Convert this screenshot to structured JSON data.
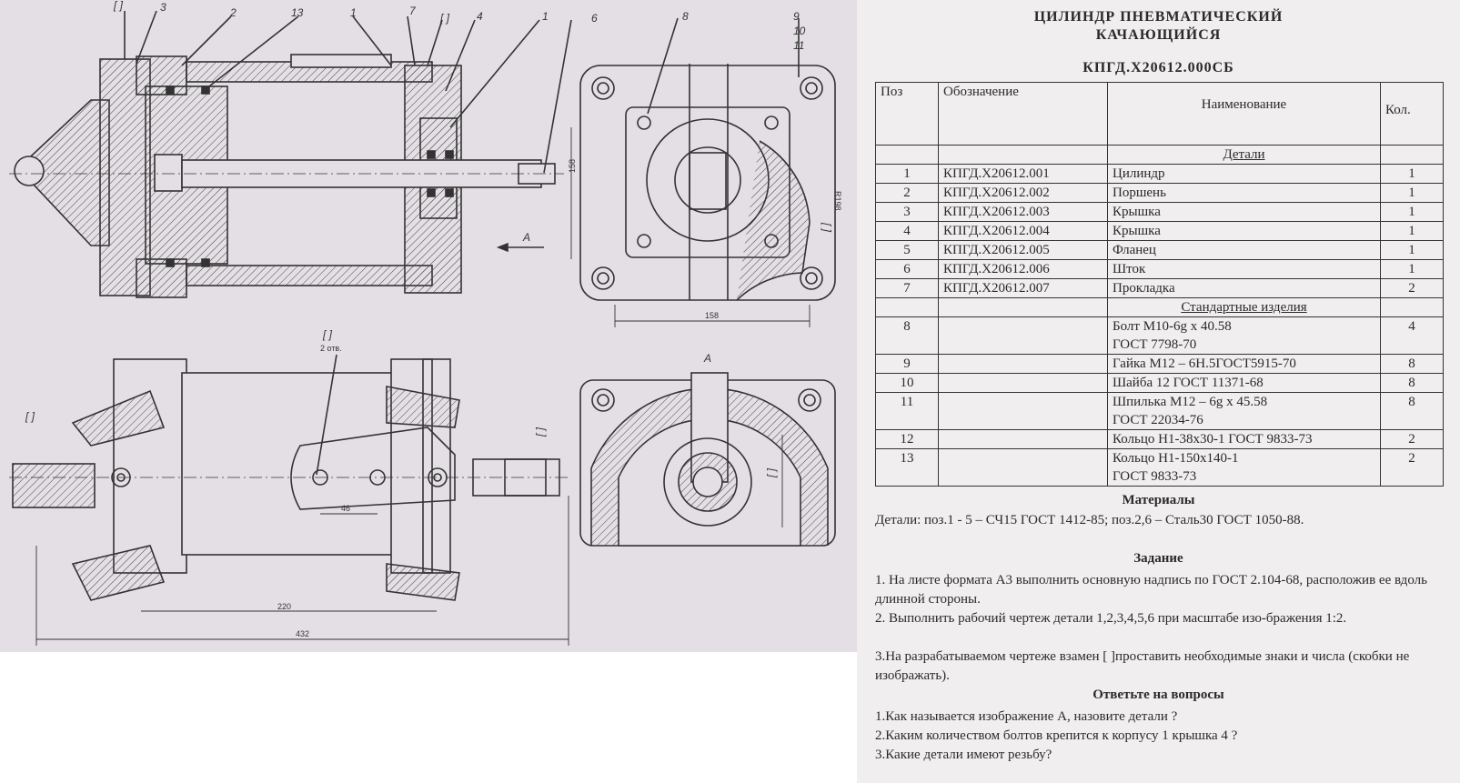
{
  "drawing": {
    "callouts": [
      "[ ]",
      "3",
      "2",
      "13",
      "1",
      "7",
      "[ ]",
      "4",
      "1",
      "6",
      "8",
      "9",
      "10",
      "11"
    ],
    "view_label_top": "A",
    "view_label_bottom": "A",
    "tol_label": "[ ]",
    "tol_sub": "2 отв.",
    "dim_46": "46",
    "dim_220": "220",
    "dim_432": "432",
    "dim_158_horizontal": "158",
    "dim_158_vertical": "158",
    "dim_r198": "R198",
    "bracket_labels": [
      "[ ]",
      "[ ]",
      "[ ]",
      "[ ]"
    ]
  },
  "spec": {
    "title_line1": "ЦИЛИНДР ПНЕВМАТИЧЕСКИЙ",
    "title_line2": "КАЧАЮЩИЙСЯ",
    "code": "КПГД.Х20612.000СБ",
    "headers": {
      "pos": "Поз",
      "designation": "Обозначение",
      "name": "Наименование",
      "qty": "Кол."
    },
    "section_details": "Детали",
    "section_standard": "Стандартные изделия",
    "details": [
      {
        "pos": "1",
        "code": "КПГД.Х20612.001",
        "name": "Цилиндр",
        "qty": "1"
      },
      {
        "pos": "2",
        "code": "КПГД.Х20612.002",
        "name": "Поршень",
        "qty": "1"
      },
      {
        "pos": "3",
        "code": "КПГД.Х20612.003",
        "name": "Крышка",
        "qty": "1"
      },
      {
        "pos": "4",
        "code": "КПГД.Х20612.004",
        "name": "Крышка",
        "qty": "1"
      },
      {
        "pos": "5",
        "code": "КПГД.Х20612.005",
        "name": "Фланец",
        "qty": "1"
      },
      {
        "pos": "6",
        "code": "КПГД.Х20612.006",
        "name": "Шток",
        "qty": "1"
      },
      {
        "pos": "7",
        "code": "КПГД.Х20612.007",
        "name": "Прокладка",
        "qty": "2"
      }
    ],
    "standard": [
      {
        "pos": "8",
        "name1": "Болт М10-6g x 40.58",
        "name2": "ГОСТ 7798-70",
        "qty": "4"
      },
      {
        "pos": "9",
        "name1": "Гайка М12 – 6Н.5ГОСТ5915-70",
        "name2": "",
        "qty": "8"
      },
      {
        "pos": "10",
        "name1": "Шайба 12  ГОСТ 11371-68",
        "name2": "",
        "qty": "8"
      },
      {
        "pos": "11",
        "name1": "Шпилька М12 – 6g x 45.58",
        "name2": "ГОСТ 22034-76",
        "qty": "8"
      },
      {
        "pos": "12",
        "name1": "Кольцо Н1-38х30-1 ГОСТ 9833-73",
        "name2": "",
        "qty": "2"
      },
      {
        "pos": "13",
        "name1": "Кольцо Н1-150х140-1",
        "name2": "ГОСТ 9833-73",
        "qty": "2"
      }
    ],
    "materials_title": "Материалы",
    "materials_text": "Детали: поз.1 - 5 – СЧ15 ГОСТ 1412-85; поз.2,6 – Сталь30 ГОСТ 1050-88.",
    "task_title": "Задание",
    "task_items": [
      "1. На листе формата А3 выполнить основную надпись по ГОСТ 2.104-68, расположив ее вдоль длинной стороны.",
      "2. Выполнить рабочий чертеж  детали 1,2,3,4,5,6  при масштабе изо-бражения 1:2.",
      "3.На разрабатываемом чертеже взамен  [ ]проставить необходимые знаки и числа (скобки не изображать)."
    ],
    "questions_title": "Ответьте на вопросы",
    "questions": [
      "1.Как называется изображение А, назовите детали ?",
      "2.Каким количеством болтов крепится к корпусу 1 крышка 4 ?",
      "3.Какие  детали имеют резьбу?"
    ]
  }
}
